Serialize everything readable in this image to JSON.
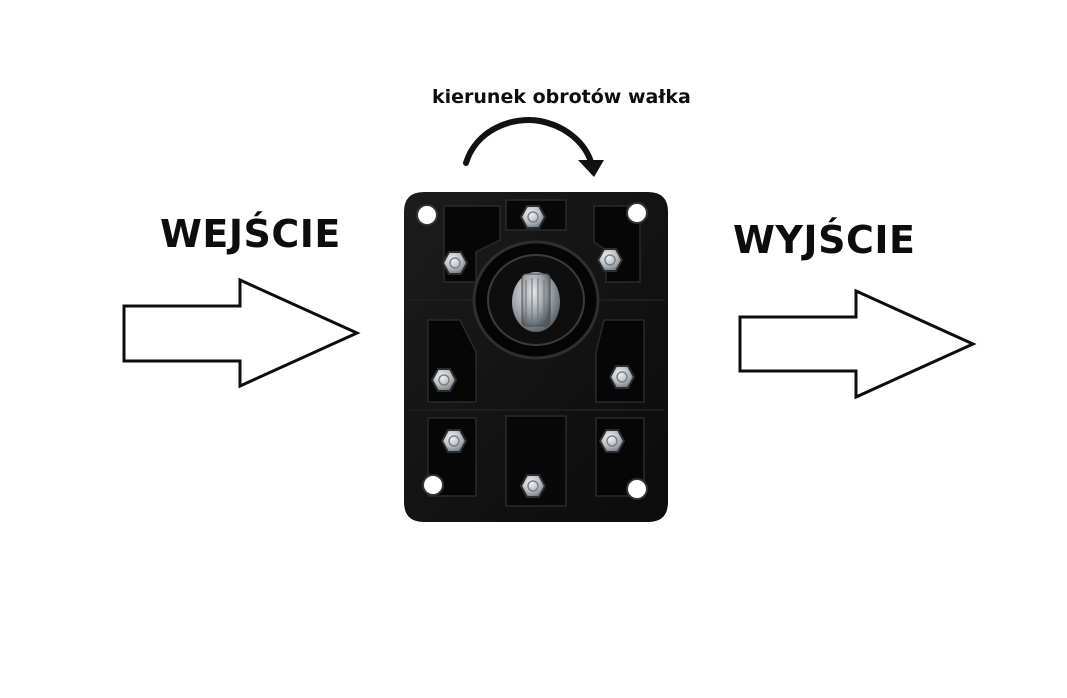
{
  "labels": {
    "input": "WEJŚCIE",
    "output": "WYJŚCIE",
    "rotation": "kierunek obrotów wałka"
  },
  "colors": {
    "background": "#ffffff",
    "text": "#0d0d0d",
    "pump_body": "#121212",
    "bolt": "#c9cdd1"
  },
  "icons": {
    "input_arrow": "hollow-right-arrow-icon",
    "output_arrow": "hollow-right-arrow-icon",
    "rotation_arrow": "clockwise-curved-arrow-icon"
  }
}
